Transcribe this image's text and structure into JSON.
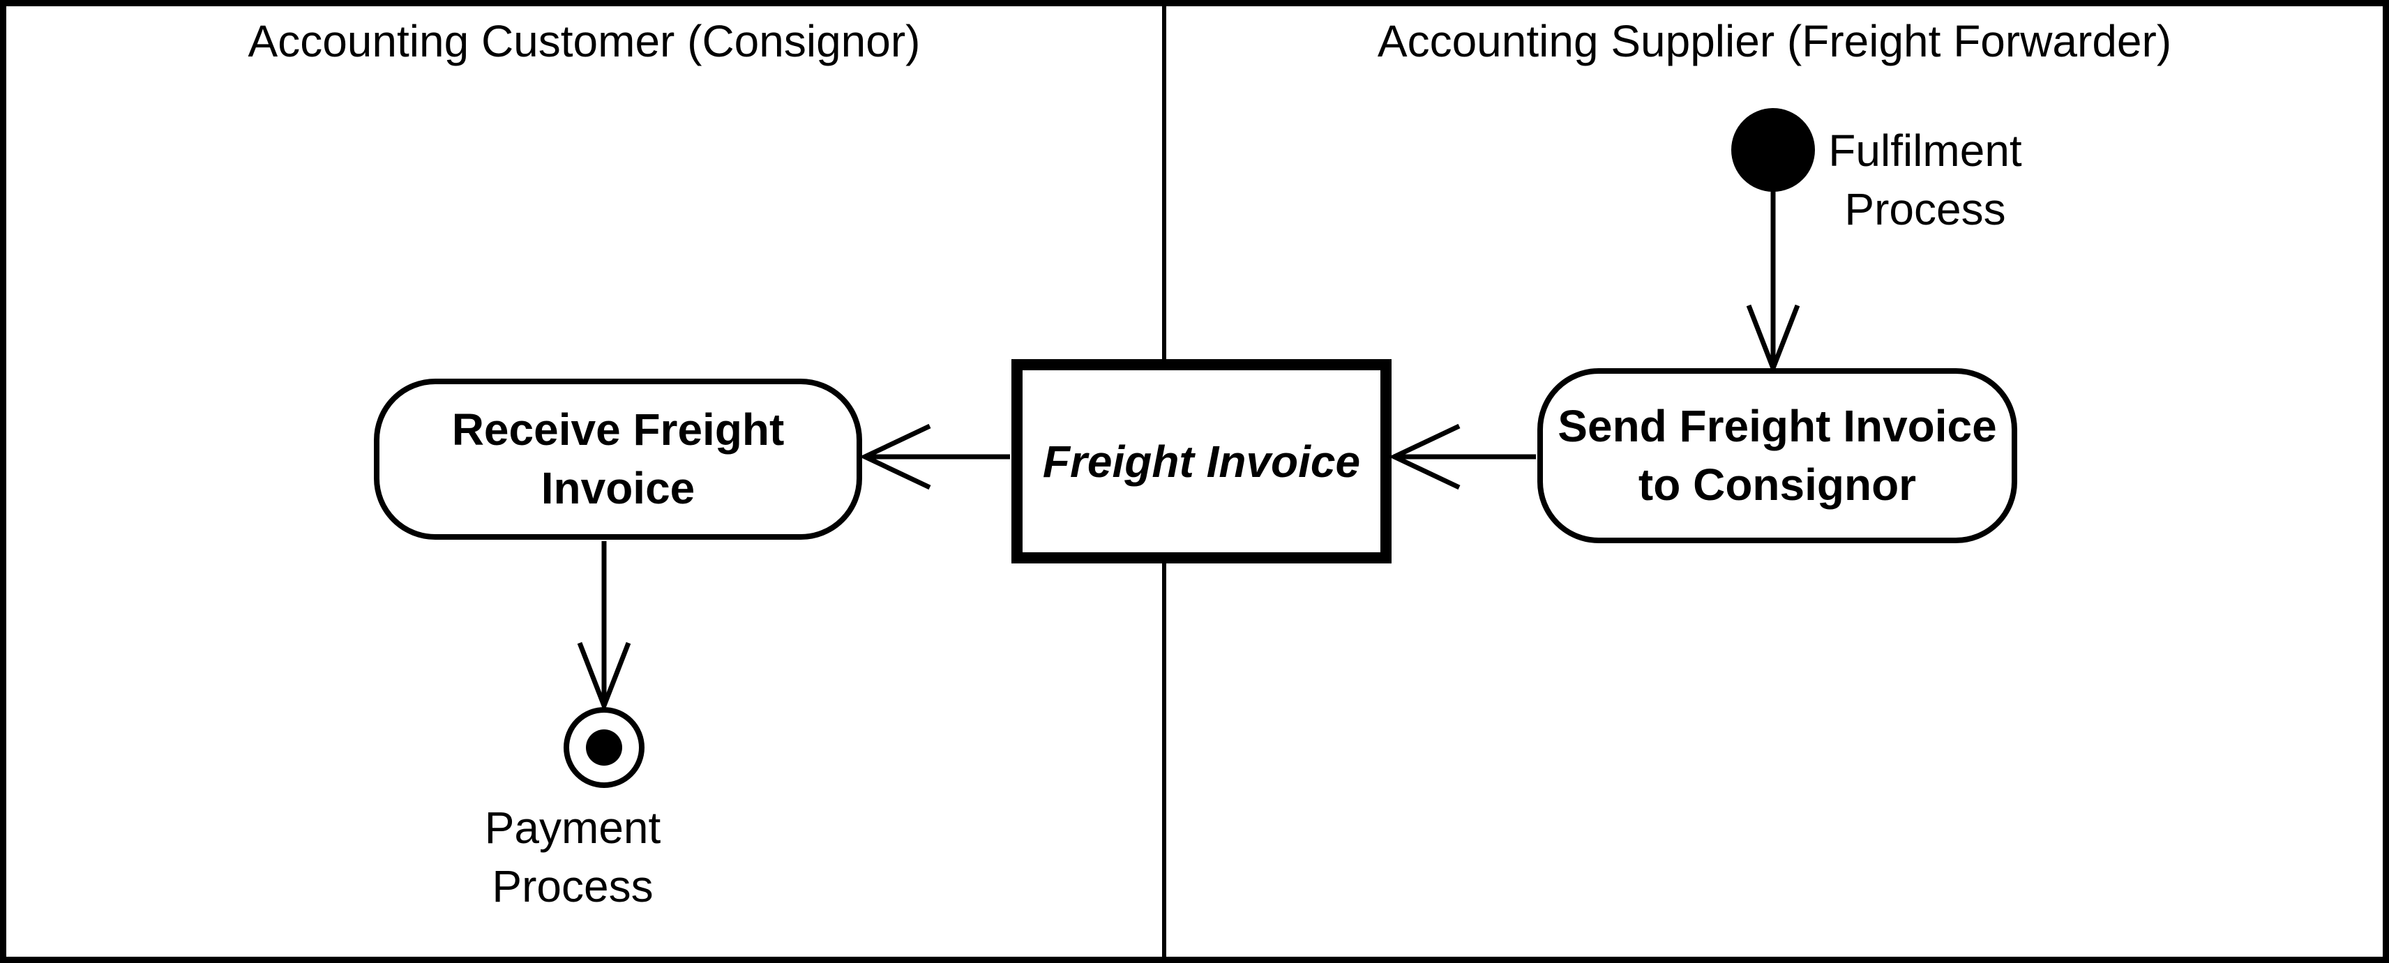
{
  "diagram": {
    "kind": "uml-activity-swimlane-diagram",
    "colors": {
      "ink": "#000000",
      "background": "#ffffff"
    },
    "lanes": [
      {
        "title": "Accounting Customer (Consignor)"
      },
      {
        "title": "Accounting Supplier (Freight Forwarder)"
      }
    ],
    "nodes": {
      "start": {
        "kind": "initial-node",
        "label": "Fulfilment Process",
        "lines": [
          "Fulfilment",
          "Process"
        ],
        "lane": "Accounting Supplier (Freight Forwarder)"
      },
      "send": {
        "kind": "action",
        "label": "Send Freight Invoice to Consignor",
        "lines": [
          "Send Freight Invoice",
          "to Consignor"
        ],
        "lane": "Accounting Supplier (Freight Forwarder)"
      },
      "invoice": {
        "kind": "object-node",
        "label": "Freight Invoice",
        "lines": [
          "Freight Invoice"
        ],
        "lane": "both"
      },
      "receive": {
        "kind": "action",
        "label": "Receive Freight Invoice",
        "lines": [
          "Receive Freight",
          "Invoice"
        ],
        "lane": "Accounting Customer (Consignor)"
      },
      "end": {
        "kind": "activity-final-node",
        "label": "Payment Process",
        "lines": [
          "Payment",
          "Process"
        ],
        "lane": "Accounting Customer (Consignor)"
      }
    },
    "edges": [
      {
        "from": "Fulfilment Process (initial node)",
        "to": "Send Freight Invoice to Consignor"
      },
      {
        "from": "Send Freight Invoice to Consignor",
        "to": "Freight Invoice"
      },
      {
        "from": "Freight Invoice",
        "to": "Receive Freight Invoice"
      },
      {
        "from": "Receive Freight Invoice",
        "to": "Payment Process (final node)"
      }
    ]
  }
}
